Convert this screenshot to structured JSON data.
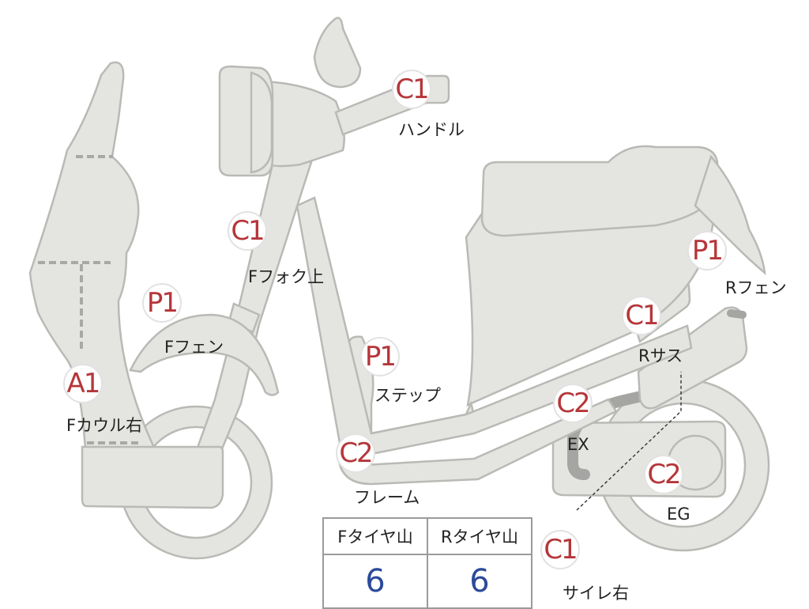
{
  "markers": [
    {
      "id": "handle",
      "grade": "C1",
      "label": "ハンドル"
    },
    {
      "id": "f-fork-upper",
      "grade": "C1",
      "label": "Fフォク上"
    },
    {
      "id": "f-fender",
      "grade": "P1",
      "label": "Fフェン"
    },
    {
      "id": "f-cowl-right",
      "grade": "A1",
      "label": "Fカウル右"
    },
    {
      "id": "step",
      "grade": "P1",
      "label": "ステップ"
    },
    {
      "id": "frame",
      "grade": "C2",
      "label": "フレーム"
    },
    {
      "id": "r-fender",
      "grade": "P1",
      "label": "Rフェン"
    },
    {
      "id": "r-suspension",
      "grade": "C1",
      "label": "Rサス"
    },
    {
      "id": "exhaust",
      "grade": "C2",
      "label": "EX"
    },
    {
      "id": "engine",
      "grade": "C2",
      "label": "EG"
    },
    {
      "id": "muffler-right",
      "grade": "C1",
      "label": "サイレ右"
    }
  ],
  "tire_table": {
    "headers": [
      "Fタイヤ山",
      "Rタイヤ山"
    ],
    "values": [
      "6",
      "6"
    ]
  },
  "colors": {
    "part_fill": "#e4e4e0",
    "part_outline": "#b9b9b5",
    "grade_text": "#b5363a",
    "value_text": "#2b4a9a"
  }
}
